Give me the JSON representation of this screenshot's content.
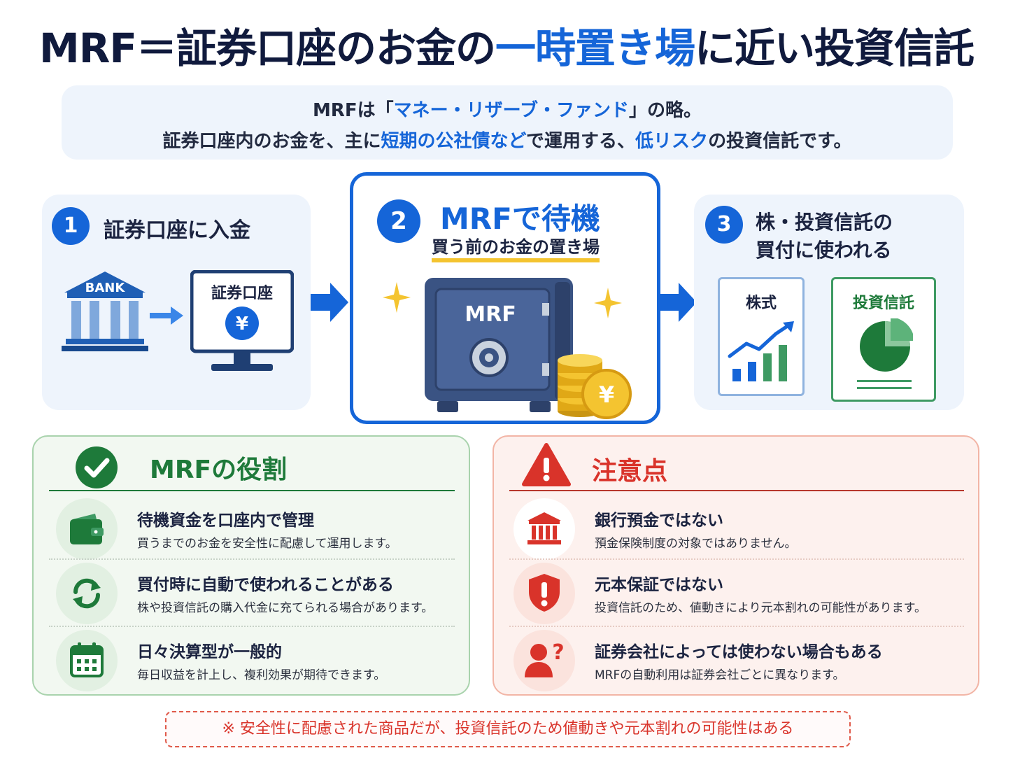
{
  "title": {
    "pre": "MRF＝証券口座のお金の",
    "highlight": "一時置き場",
    "post": "に近い投資信託"
  },
  "intro": {
    "l1_a": "MRFは「",
    "l1_b": "マネー・リザーブ・ファンド",
    "l1_c": "」の略。",
    "l2_a": "証券口座内のお金を、主に",
    "l2_b": "短期の公社債など",
    "l2_c": "で運用する、",
    "l2_d": "低リスク",
    "l2_e": "の投資信託です。"
  },
  "step1": {
    "num": "1",
    "title": "証券口座に入金",
    "bank_label": "BANK",
    "account_label": "証券口座",
    "yen": "¥"
  },
  "step2": {
    "num": "2",
    "title": "MRFで待機",
    "subtitle": "買う前のお金の置き場",
    "safe_label": "MRF",
    "yen": "¥"
  },
  "step3": {
    "num": "3",
    "title_l1": "株・投資信託の",
    "title_l2": "買付に使われる",
    "card1": "株式",
    "card2": "投資信託"
  },
  "role": {
    "title": "MRFの役割",
    "items": [
      {
        "h": "待機資金を口座内で管理",
        "d": "買うまでのお金を安全性に配慮して運用します。"
      },
      {
        "h": "買付時に自動で使われることがある",
        "d": "株や投資信託の購入代金に充てられる場合があります。"
      },
      {
        "h": "日々決算型が一般的",
        "d": "毎日収益を計上し、複利効果が期待できます。"
      }
    ]
  },
  "caution": {
    "title": "注意点",
    "items": [
      {
        "h": "銀行預金ではない",
        "d": "預金保険制度の対象ではありません。"
      },
      {
        "h": "元本保証ではない",
        "d": "投資信託のため、値動きにより元本割れの可能性があります。"
      },
      {
        "h": "証券会社によっては使わない場合もある",
        "d": "MRFの自動利用は証券会社ごとに異なります。"
      }
    ]
  },
  "note": "※ 安全性に配慮された商品だが、投資信託のため値動きや元本割れの可能性はある",
  "colors": {
    "blue": "#1565d8",
    "green": "#1e7a3a",
    "red": "#d9332a",
    "gold": "#f4c430"
  }
}
